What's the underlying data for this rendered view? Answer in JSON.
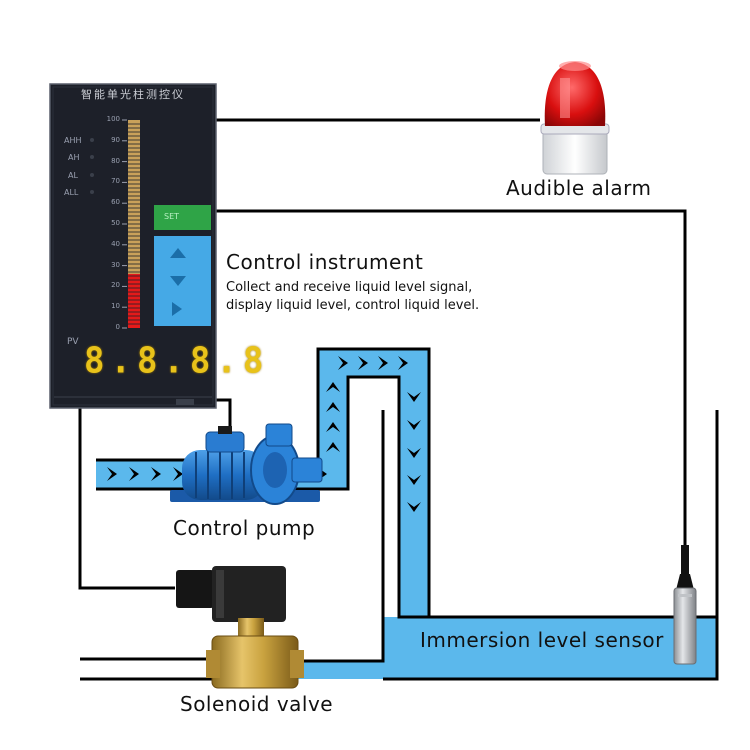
{
  "labels": {
    "alarm": "Audible alarm",
    "instrument_title": "Control instrument",
    "instrument_desc": "Collect and receive liquid level signal,\ndisplay liquid level, control liquid level.",
    "pump": "Control pump",
    "sensor": "Immersion level sensor",
    "valve": "Solenoid valve"
  },
  "instrument": {
    "model_title": "智能单光柱测控仪",
    "indicators": [
      "AHH",
      "AH",
      "AL",
      "ALL"
    ],
    "pv_label": "PV",
    "display_value": "8.8.8.8",
    "scale": [
      100,
      90,
      80,
      70,
      60,
      50,
      40,
      30,
      20,
      10,
      0
    ],
    "level_fraction": 0.26,
    "set_key": "SET"
  },
  "colors": {
    "water": "#5bb8ec",
    "wire": "#000000",
    "panel": "#1d2029",
    "bar_fill": "#e41a1a",
    "bar_empty": "#c9a15a",
    "key_green": "#2fa447",
    "key_blue": "#45a9e6"
  }
}
